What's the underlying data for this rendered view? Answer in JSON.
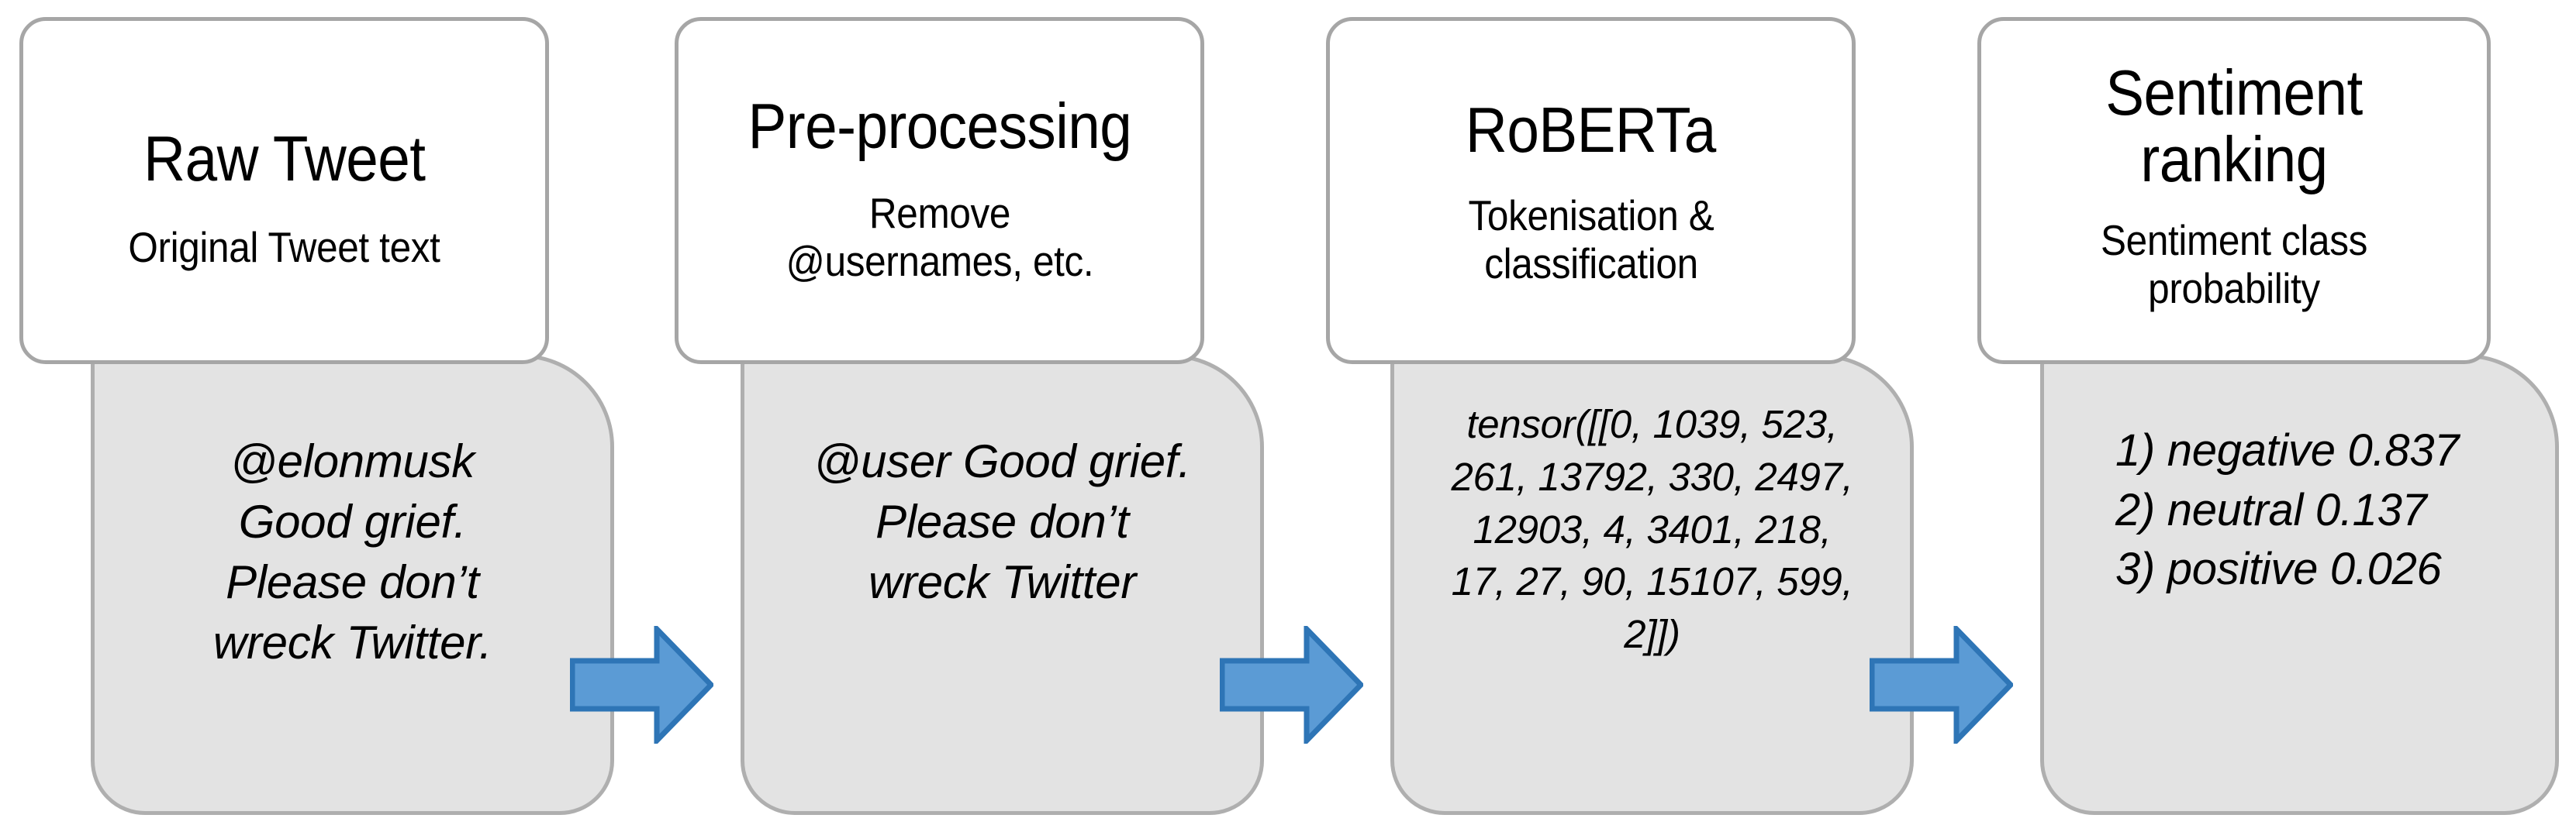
{
  "diagram": {
    "title": "Twitter sentiment analysis pipeline",
    "colors": {
      "card_fill": "#FFFFFF",
      "card_border": "#A6A6A6",
      "panel_fill": "#E3E3E3",
      "panel_border": "#AFAFAF",
      "arrow_fill": "#5B9BD5",
      "arrow_border": "#2E75B6",
      "text": "#000000"
    },
    "steps": [
      {
        "id": "raw-tweet",
        "title": "Raw Tweet",
        "subtitle": "Original Tweet text",
        "body": "@elonmusk Good grief. Please don’t wreck Twitter.",
        "body_align": "center"
      },
      {
        "id": "pre-processing",
        "title": "Pre-processing",
        "subtitle": "Remove @usernames, etc.",
        "body": "@user Good grief. Please don’t wreck Twitter",
        "body_align": "center"
      },
      {
        "id": "roberta",
        "title": "RoBERTa",
        "subtitle": "Tokenisation & classification",
        "body": "tensor([[0, 1039, 523, 261, 13792, 330, 2497, 12903, 4, 3401, 218, 17, 27, 90, 15107, 599, 2]])",
        "body_align": "center"
      },
      {
        "id": "sentiment-ranking",
        "title": "Sentiment ranking",
        "subtitle": "Sentiment class probability",
        "body": "1) negative 0.837\n2) neutral  0.137\n3) positive 0.026",
        "body_align": "left"
      }
    ],
    "arrows": [
      {
        "id": "arrow-1",
        "from": "raw-tweet",
        "to": "pre-processing"
      },
      {
        "id": "arrow-2",
        "from": "pre-processing",
        "to": "roberta"
      },
      {
        "id": "arrow-3",
        "from": "roberta",
        "to": "sentiment-ranking"
      }
    ]
  }
}
